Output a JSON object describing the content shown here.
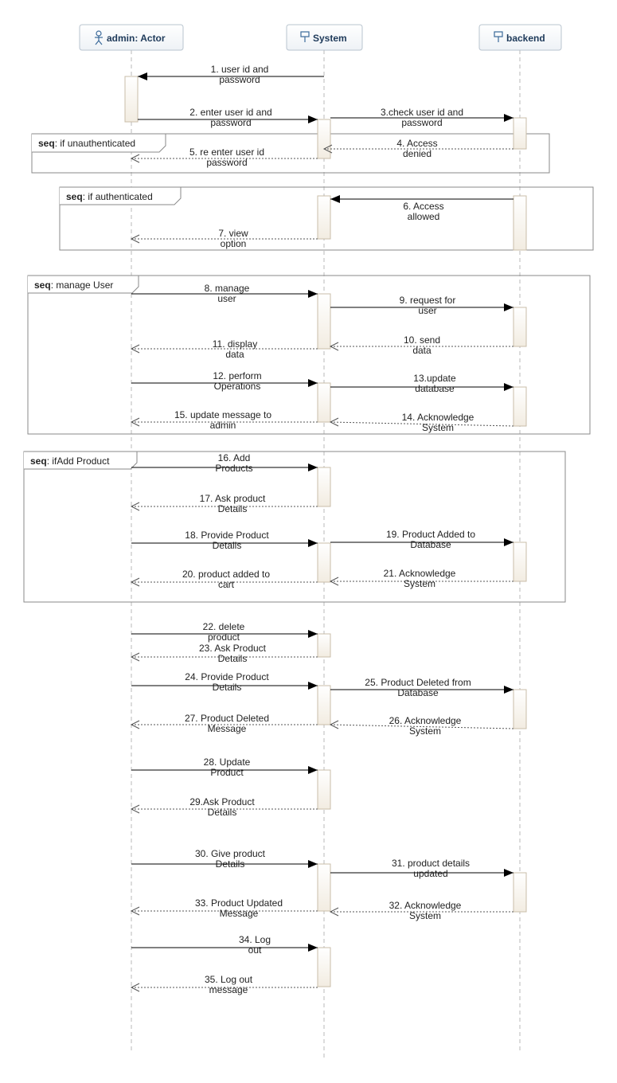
{
  "participants": [
    {
      "id": "admin",
      "label": "admin: Actor",
      "icon": "actor-icon"
    },
    {
      "id": "system",
      "label": "System",
      "icon": "component-icon"
    },
    {
      "id": "backend",
      "label": "backend",
      "icon": "component-icon"
    }
  ],
  "frames": [
    {
      "id": "unauth",
      "keyword": "seq",
      "label": ": if unauthenticated"
    },
    {
      "id": "auth",
      "keyword": "seq",
      "label": ": if authenticated"
    },
    {
      "id": "manage",
      "keyword": "seq",
      "label": ": manage User"
    },
    {
      "id": "addproduct",
      "keyword": "seq",
      "label": ": ifAdd Product"
    }
  ],
  "messages": [
    {
      "from": "system",
      "to": "admin",
      "kind": "sync",
      "lines": [
        "1. user id and",
        "password"
      ]
    },
    {
      "from": "admin",
      "to": "system",
      "kind": "sync",
      "lines": [
        "2. enter user id and",
        "password"
      ]
    },
    {
      "from": "system",
      "to": "backend",
      "kind": "sync",
      "lines": [
        "3.check user id and",
        "password"
      ]
    },
    {
      "from": "backend",
      "to": "system",
      "kind": "return",
      "lines": [
        "4. Access",
        "denied"
      ]
    },
    {
      "from": "system",
      "to": "admin",
      "kind": "return",
      "lines": [
        "5. re enter user id",
        "password"
      ]
    },
    {
      "from": "backend",
      "to": "system",
      "kind": "sync",
      "lines": [
        "6. Access",
        "allowed"
      ]
    },
    {
      "from": "system",
      "to": "admin",
      "kind": "return",
      "lines": [
        "7. view",
        "option"
      ]
    },
    {
      "from": "admin",
      "to": "system",
      "kind": "sync",
      "lines": [
        "8. manage",
        "user"
      ]
    },
    {
      "from": "system",
      "to": "backend",
      "kind": "sync",
      "lines": [
        "9. request for",
        "user"
      ]
    },
    {
      "from": "backend",
      "to": "system",
      "kind": "return",
      "lines": [
        "10. send",
        "data"
      ]
    },
    {
      "from": "system",
      "to": "admin",
      "kind": "return",
      "lines": [
        "11. display",
        "data"
      ]
    },
    {
      "from": "admin",
      "to": "system",
      "kind": "sync",
      "lines": [
        "12. perform",
        "Operations"
      ]
    },
    {
      "from": "system",
      "to": "backend",
      "kind": "sync",
      "lines": [
        "13.update",
        "database"
      ]
    },
    {
      "from": "backend",
      "to": "system",
      "kind": "return",
      "lines": [
        "14. Acknowledge",
        "System"
      ]
    },
    {
      "from": "system",
      "to": "admin",
      "kind": "return",
      "lines": [
        "15. update message to",
        "admin"
      ]
    },
    {
      "from": "admin",
      "to": "system",
      "kind": "sync",
      "lines": [
        "16. Add",
        "Products"
      ]
    },
    {
      "from": "system",
      "to": "admin",
      "kind": "return",
      "lines": [
        "17. Ask product",
        "Details"
      ]
    },
    {
      "from": "admin",
      "to": "system",
      "kind": "sync",
      "lines": [
        "18. Provide Product",
        "Details"
      ]
    },
    {
      "from": "system",
      "to": "backend",
      "kind": "sync",
      "lines": [
        "19. Product Added to",
        "Database"
      ]
    },
    {
      "from": "system",
      "to": "admin",
      "kind": "return",
      "lines": [
        "20. product added to",
        "cart"
      ]
    },
    {
      "from": "backend",
      "to": "system",
      "kind": "return",
      "lines": [
        "21. Acknowledge",
        "System"
      ]
    },
    {
      "from": "admin",
      "to": "system",
      "kind": "sync",
      "lines": [
        "22. delete",
        "product"
      ]
    },
    {
      "from": "system",
      "to": "admin",
      "kind": "return",
      "lines": [
        "23. Ask Product",
        "Details"
      ]
    },
    {
      "from": "admin",
      "to": "system",
      "kind": "sync",
      "lines": [
        "24. Provide Product",
        "Details"
      ]
    },
    {
      "from": "system",
      "to": "backend",
      "kind": "sync",
      "lines": [
        "25. Product Deleted from",
        "Database"
      ]
    },
    {
      "from": "backend",
      "to": "system",
      "kind": "return",
      "lines": [
        "26. Acknowledge",
        "System"
      ]
    },
    {
      "from": "system",
      "to": "admin",
      "kind": "return",
      "lines": [
        "27. Product Deleted",
        "Message"
      ]
    },
    {
      "from": "admin",
      "to": "system",
      "kind": "sync",
      "lines": [
        "28. Update",
        "Product"
      ]
    },
    {
      "from": "system",
      "to": "admin",
      "kind": "return",
      "lines": [
        "29.Ask Product",
        "Details"
      ]
    },
    {
      "from": "admin",
      "to": "system",
      "kind": "sync",
      "lines": [
        "30. Give product",
        "Details"
      ]
    },
    {
      "from": "system",
      "to": "backend",
      "kind": "sync",
      "lines": [
        "31. product details",
        "updated"
      ]
    },
    {
      "from": "backend",
      "to": "system",
      "kind": "return",
      "lines": [
        "32. Acknowledge",
        "System"
      ]
    },
    {
      "from": "system",
      "to": "admin",
      "kind": "return",
      "lines": [
        "33. Product Updated",
        "Message"
      ]
    },
    {
      "from": "admin",
      "to": "system",
      "kind": "sync",
      "lines": [
        "34. Log",
        "out"
      ]
    },
    {
      "from": "system",
      "to": "admin",
      "kind": "return",
      "lines": [
        "35. Log out",
        "message"
      ]
    }
  ],
  "colors": {
    "lifeline": "#b8b8b8",
    "activation_fill_top": "#ffffff",
    "activation_fill_bottom": "#f2ece1",
    "activation_stroke": "#c9bda8",
    "header_fill_top": "#ffffff",
    "header_fill_bottom": "#eef2f6",
    "header_stroke": "#b9c4cf",
    "header_text": "#1e3a5a",
    "frame_stroke": "#8a8a8a",
    "arrow": "#000000",
    "text": "#222222"
  }
}
